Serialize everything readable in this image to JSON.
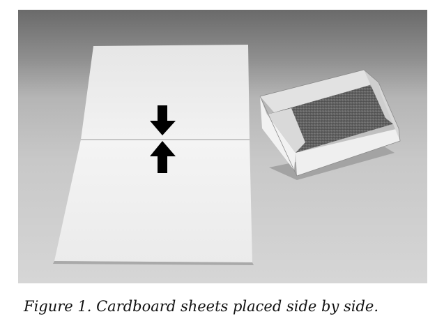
{
  "figure": {
    "caption": "Figure 1. Cardboard sheets placed side by side."
  },
  "photo": {
    "subject_icons": [
      "cardboard-sheet-top",
      "cardboard-sheet-bottom",
      "arrow-down-icon",
      "arrow-up-icon",
      "sand-filled-box"
    ],
    "colors": {
      "background_top": "#6f6f6f",
      "background_bottom": "#d4d4d4",
      "sheet": "#f1f1f1",
      "arrow": "#000000",
      "sand": "#6a6a6a"
    }
  }
}
